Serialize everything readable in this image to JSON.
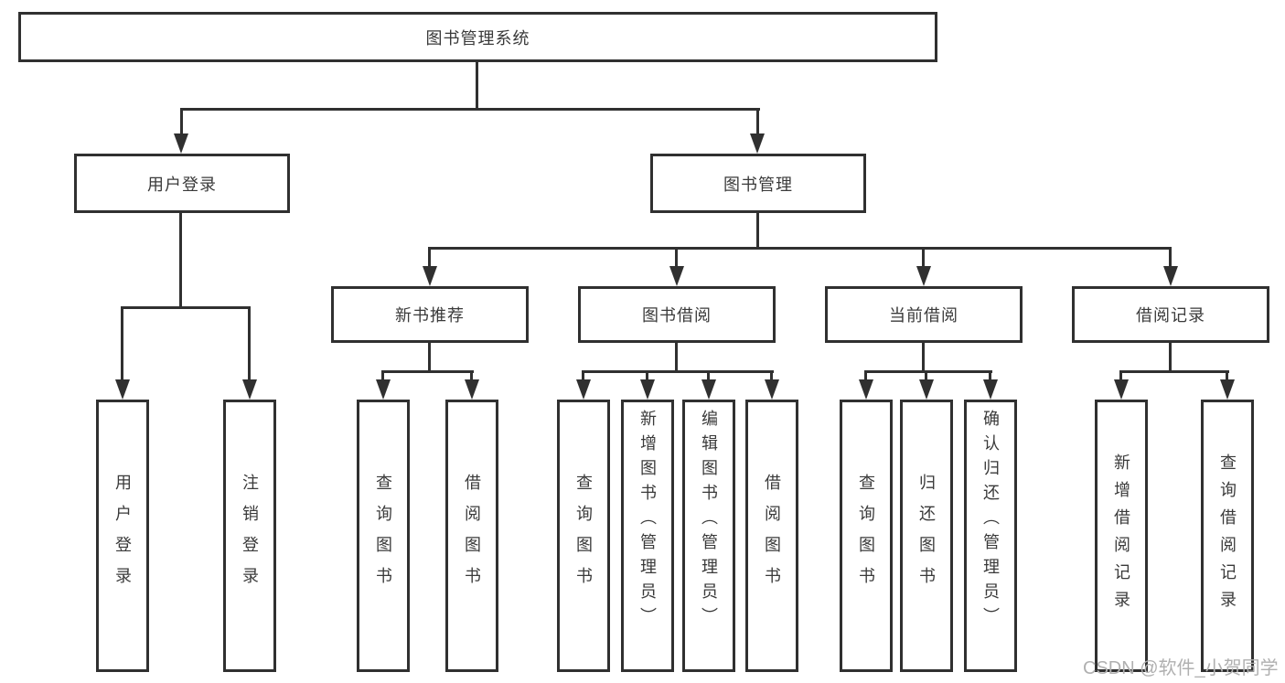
{
  "colors": {
    "line": "#303030",
    "box_border": "#303030",
    "text": "#3a3a3a",
    "background": "#ffffff",
    "watermark": "#b0b0b0"
  },
  "watermark": "CSDN @软件_小贺同学",
  "tree": {
    "root": {
      "label": "图书管理系统",
      "children": [
        {
          "label": "用户登录",
          "children": [
            {
              "label": "用户登录"
            },
            {
              "label": "注销登录"
            }
          ]
        },
        {
          "label": "图书管理",
          "children": [
            {
              "label": "新书推荐",
              "children": [
                {
                  "label": "查询图书"
                },
                {
                  "label": "借阅图书"
                }
              ]
            },
            {
              "label": "图书借阅",
              "children": [
                {
                  "label": "查询图书"
                },
                {
                  "label": "新增图书（管理员）"
                },
                {
                  "label": "编辑图书（管理员）"
                },
                {
                  "label": "借阅图书"
                }
              ]
            },
            {
              "label": "当前借阅",
              "children": [
                {
                  "label": "查询图书"
                },
                {
                  "label": "归还图书"
                },
                {
                  "label": "确认归还（管理员）"
                }
              ]
            },
            {
              "label": "借阅记录",
              "children": [
                {
                  "label": "新增借阅记录"
                },
                {
                  "label": "查询借阅记录"
                }
              ]
            }
          ]
        }
      ]
    }
  }
}
